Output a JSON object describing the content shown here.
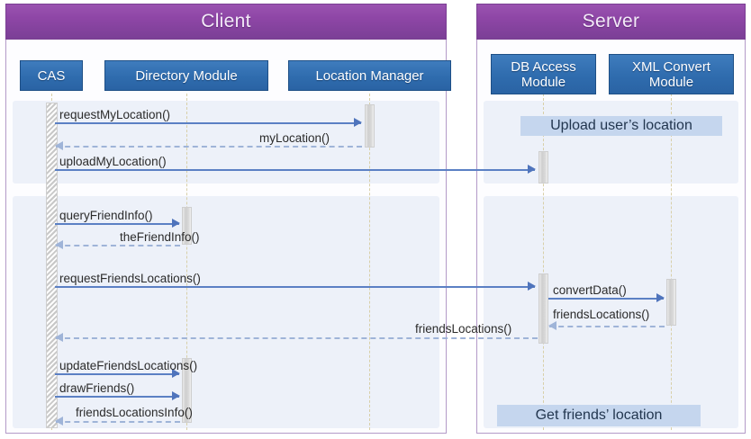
{
  "diagram": {
    "type": "uml-sequence-diagram",
    "title": "Client-Server location sharing sequence"
  },
  "panels": [
    {
      "key": "client",
      "title": "Client"
    },
    {
      "key": "server",
      "title": "Server"
    }
  ],
  "lifelines": [
    {
      "key": "cas",
      "label": "CAS",
      "panel": "client"
    },
    {
      "key": "dirmod",
      "label": "Directory Module",
      "panel": "client"
    },
    {
      "key": "locmgr",
      "label": "Location Manager",
      "panel": "client"
    },
    {
      "key": "dbaccess",
      "label": "DB  Access\nModule",
      "line1": "DB  Access",
      "line2": "Module",
      "panel": "server"
    },
    {
      "key": "xmlconv",
      "label": "XML Convert\nModule",
      "line1": "XML Convert",
      "line2": "Module",
      "panel": "server"
    }
  ],
  "banners": [
    {
      "key": "upload",
      "text": "Upload user’s location"
    },
    {
      "key": "get",
      "text": "Get friends’ location"
    }
  ],
  "messages": [
    {
      "key": "m1",
      "label": "requestMyLocation()",
      "from": "cas",
      "to": "locmgr",
      "kind": "call"
    },
    {
      "key": "m2",
      "label": "myLocation()",
      "from": "locmgr",
      "to": "cas",
      "kind": "return"
    },
    {
      "key": "m3",
      "label": "uploadMyLocation()",
      "from": "cas",
      "to": "dbaccess",
      "kind": "call"
    },
    {
      "key": "m4",
      "label": "queryFriendInfo()",
      "from": "cas",
      "to": "dirmod",
      "kind": "call"
    },
    {
      "key": "m5",
      "label": "theFriendInfo()",
      "from": "dirmod",
      "to": "cas",
      "kind": "return"
    },
    {
      "key": "m6",
      "label": "requestFriendsLocations()",
      "from": "cas",
      "to": "dbaccess",
      "kind": "call"
    },
    {
      "key": "m7",
      "label": "convertData()",
      "from": "dbaccess",
      "to": "xmlconv",
      "kind": "call"
    },
    {
      "key": "m8",
      "label": "friendsLocations()",
      "from": "xmlconv",
      "to": "dbaccess",
      "kind": "return"
    },
    {
      "key": "m9",
      "label": "friendsLocations()",
      "from": "dbaccess",
      "to": "cas",
      "kind": "return"
    },
    {
      "key": "m10",
      "label": "updateFriendsLocations()",
      "from": "cas",
      "to": "dirmod",
      "kind": "call"
    },
    {
      "key": "m11",
      "label": "drawFriends()",
      "from": "cas",
      "to": "dirmod",
      "kind": "call"
    },
    {
      "key": "m12",
      "label": "friendsLocationsInfo()",
      "from": "dirmod",
      "to": "cas",
      "kind": "return"
    }
  ],
  "colors": {
    "panel_header": "#8e46a6",
    "panel_border": "#b39ac8",
    "object_box": "#2f6cae",
    "object_box_border": "#1e4f86",
    "call_arrow": "#5b80c4",
    "return_arrow": "#9fb4d8",
    "band_background": "#edf1f9",
    "banner_background": "#c5d6ee",
    "lifeline_dash": "#d8cfa8",
    "activation_bar": "#d3d3d3",
    "page_background": "#ffffff"
  }
}
